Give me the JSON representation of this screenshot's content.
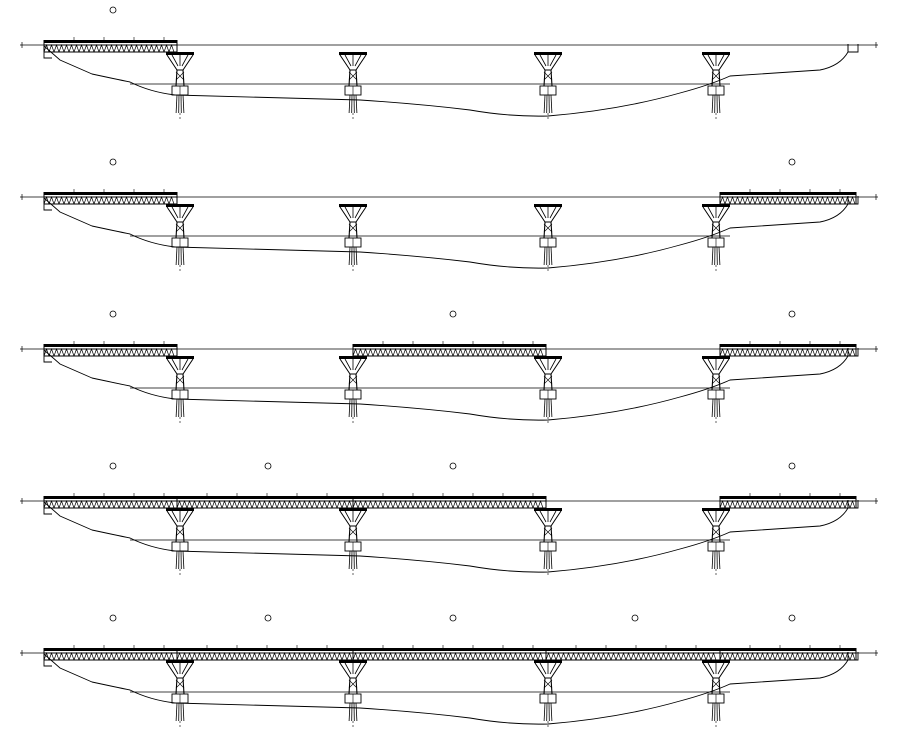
{
  "drawing": {
    "stages": [
      {
        "spans_erected": [
          0
        ],
        "marker_count": 1
      },
      {
        "spans_erected": [
          0,
          4
        ],
        "marker_count": 2
      },
      {
        "spans_erected": [
          0,
          2,
          4
        ],
        "marker_count": 3
      },
      {
        "spans_erected": [
          0,
          1,
          2,
          4
        ],
        "marker_count": 4
      },
      {
        "spans_erected": [
          0,
          1,
          2,
          3,
          4
        ],
        "marker_count": 5
      }
    ],
    "pier_count": 4,
    "line_color": "#000000",
    "background_color": "#ffffff"
  }
}
